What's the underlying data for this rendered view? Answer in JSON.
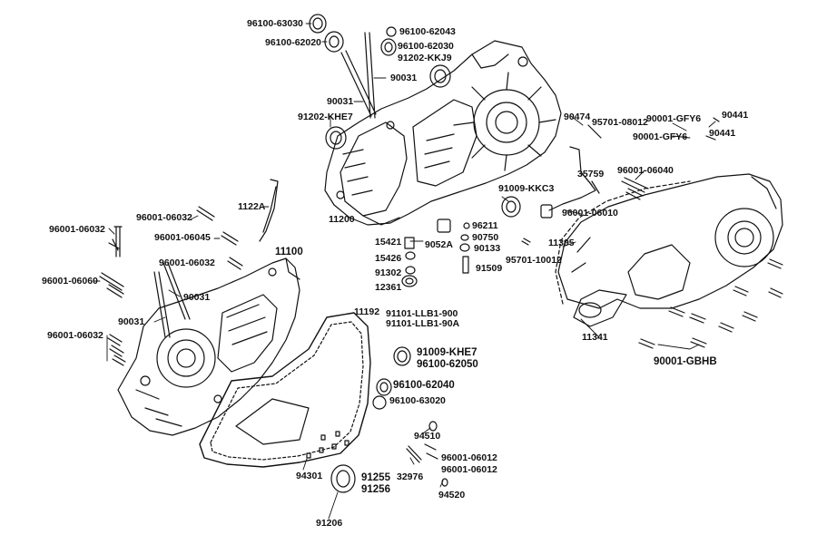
{
  "diagram": {
    "type": "exploded parts diagram",
    "line_color": "#111111",
    "background": "#ffffff"
  },
  "labels": {
    "p96100_63030": "96100-63030",
    "p96100_62020": "96100-62020",
    "p96100_62043": "96100-62043",
    "p96100_62030": "96100-62030",
    "p91202_KKJ9": "91202-KKJ9",
    "p90031_a": "90031",
    "p90031_b": "90031",
    "p91202_KHE7": "91202-KHE7",
    "p90474": "90474",
    "p95701_08012": "95701-08012",
    "p90001_GFY6_a": "90001-GFY6",
    "p90441_a": "90441",
    "p90001_GFY6_b": "90001-GFY6",
    "p90441_b": "90441",
    "p35759": "35759",
    "p96001_06040": "96001-06040",
    "p1122A": "1122A",
    "p91009_KKC3": "91009-KKC3",
    "p96001_06010": "96001-06010",
    "p11200": "11200",
    "p96001_06032_a": "96001-06032",
    "p96001_06032_b": "96001-06032",
    "p96211": "96211",
    "p90750": "90750",
    "p90133": "90133",
    "p15421": "15421",
    "p9052A": "9052A",
    "p11395": "11395",
    "p96001_06045": "96001-06045",
    "p11100": "11100",
    "p15426": "15426",
    "p91509": "91509",
    "p95701_10012": "95701-10012",
    "p96001_06032_c": "96001-06032",
    "p91302": "91302",
    "p12361": "12361",
    "p96001_06060": "96001-06060",
    "p90031_c": "90031",
    "p11192": "11192",
    "p91101_LLB1_900": "91101-LLB1-900",
    "p91101_LLB1_90A": "91101-LLB1-90A",
    "p90031_d": "90031",
    "p11341": "11341",
    "p96001_06032_d": "96001-06032",
    "p91009_KHE7": "91009-KHE7",
    "p96100_62050": "96100-62050",
    "p90001_GBHB": "90001-GBHB",
    "p96100_62040": "96100-62040",
    "p96100_63020": "96100-63020",
    "p94510": "94510",
    "p96001_06012_a": "96001-06012",
    "p96001_06012_b": "96001-06012",
    "p94301": "94301",
    "p91255": "91255",
    "p91256": "91256",
    "p32976": "32976",
    "p94520": "94520",
    "p91206": "91206"
  }
}
